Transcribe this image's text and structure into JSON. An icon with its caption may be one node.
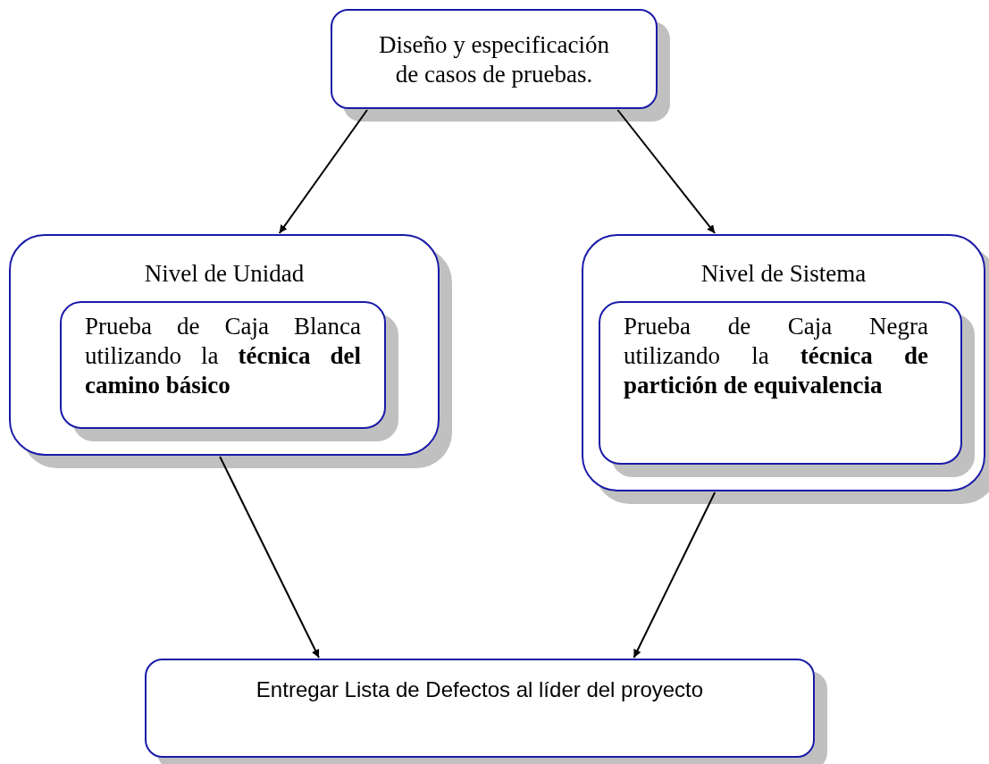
{
  "diagram": {
    "nodes": [
      {
        "text": [
          "Diseño y especificación de casos de pruebas."
        ]
      },
      {
        "text": [
          "Nivel de Unidad"
        ]
      },
      {
        "text": [
          "Prueba de Caja Blanca utilizando la **técnica del camino básico**"
        ],
        "in": 1
      },
      {
        "text": [
          "Nivel de Sistema"
        ]
      },
      {
        "text": [
          "Prueba de Caja Negra utilizando la **técnica de partición de equivalencia**"
        ],
        "in": 3
      },
      {
        "text": [
          "Entregar Lista de Defectos al líder del proyecto"
        ]
      }
    ],
    "edges": [
      {
        "from": 0,
        "to": 1,
        "arrow": "to"
      },
      {
        "from": 0,
        "to": 3,
        "arrow": "to"
      },
      {
        "from": 1,
        "to": 5,
        "arrow": "to"
      },
      {
        "from": 3,
        "to": 5,
        "arrow": "to"
      }
    ]
  }
}
